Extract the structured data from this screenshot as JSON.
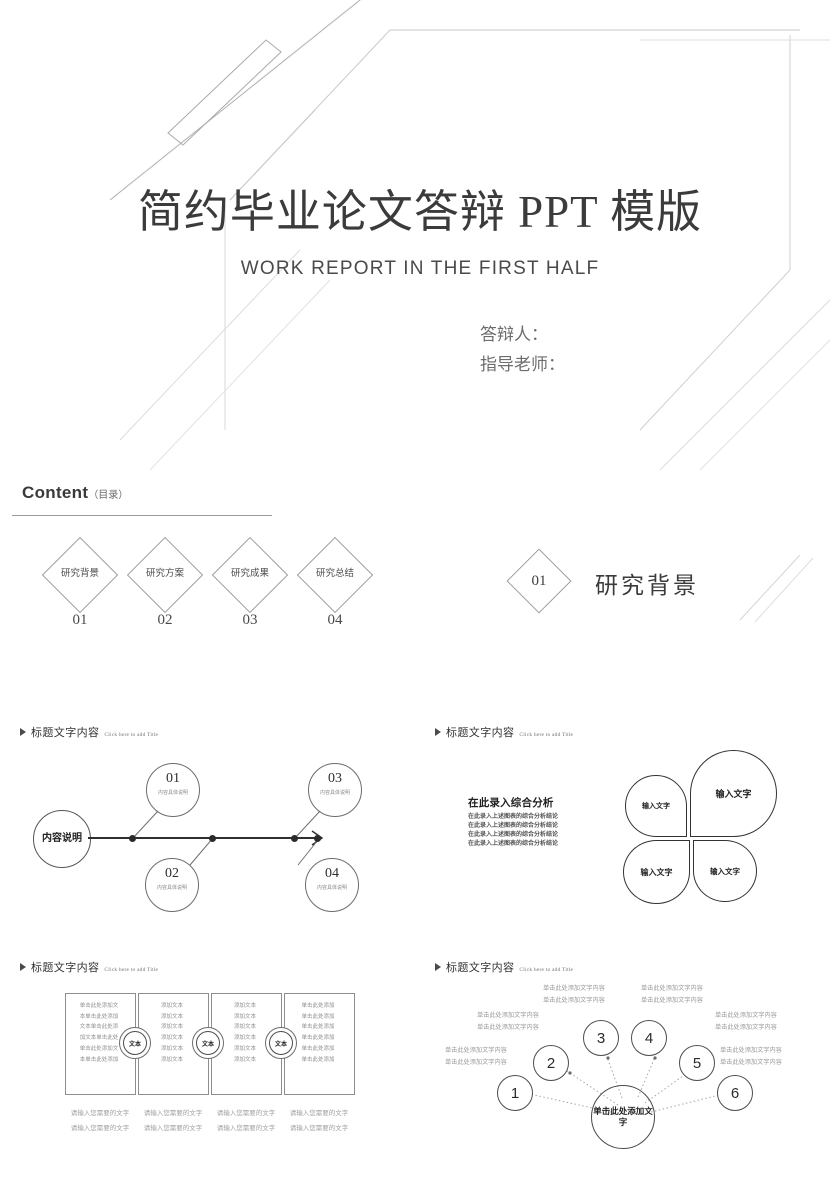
{
  "title_slide": {
    "main_title": "简约毕业论文答辩 PPT 模版",
    "subtitle": "WORK REPORT  IN THE FIRST HALF",
    "presenter_label": "答辩人：",
    "advisor_label": "指导老师："
  },
  "content_slide": {
    "heading_en": "Content",
    "heading_cn": "（目录）",
    "items": [
      {
        "label": "研究背景",
        "num": "01"
      },
      {
        "label": "研究方案",
        "num": "02"
      },
      {
        "label": "研究成果",
        "num": "03"
      },
      {
        "label": "研究总结",
        "num": "04"
      }
    ]
  },
  "section_slide": {
    "number": "01",
    "title": "研究背景"
  },
  "slide_header": {
    "cn": "标题文字内容",
    "en": "Click here to add Title"
  },
  "fishbone_slide": {
    "start_label": "内容说明",
    "bubbles": [
      {
        "num": "01",
        "desc": "内容具体说明"
      },
      {
        "num": "02",
        "desc": "内容具体说明"
      },
      {
        "num": "03",
        "desc": "内容具体说明"
      },
      {
        "num": "04",
        "desc": "内容具体说明"
      }
    ]
  },
  "petal_slide": {
    "analysis_heading": "在此录入综合分析",
    "analysis_lines": [
      "在此录入上述图表的综合分析结论",
      "在此录入上述图表的综合分析结论",
      "在此录入上述图表的综合分析结论",
      "在此录入上述图表的综合分析结论"
    ],
    "petals": [
      {
        "label": "输入文字"
      },
      {
        "label": "输入文字"
      },
      {
        "label": "输入文字"
      },
      {
        "label": "输入文字"
      }
    ]
  },
  "panels_slide": {
    "circle_label": "文本",
    "columns": [
      {
        "lines": [
          "单击此处添加文",
          "本单击此处添加",
          "文本单击此处添",
          "加文本单击此处",
          "单击此处添加文",
          "本单击此处添加"
        ]
      },
      {
        "lines": [
          "添加文本",
          "添加文本",
          "添加文本",
          "添加文本",
          "添加文本",
          "添加文本"
        ]
      },
      {
        "lines": [
          "添加文本",
          "添加文本",
          "添加文本",
          "添加文本",
          "添加文本",
          "添加文本"
        ]
      },
      {
        "lines": [
          "单击此处添加",
          "单击此处添加",
          "单击此处添加",
          "单击此处添加",
          "单击此处添加",
          "单击此处添加"
        ]
      }
    ],
    "captions": [
      {
        "l1": "请输入您需要的文字",
        "l2": "请输入您需要的文字"
      },
      {
        "l1": "请输入您需要的文字",
        "l2": "请输入您需要的文字"
      },
      {
        "l1": "请输入您需要的文字",
        "l2": "请输入您需要的文字"
      },
      {
        "l1": "请输入您需要的文字",
        "l2": "请输入您需要的文字"
      }
    ]
  },
  "radial_slide": {
    "hub_label": "单击此处添加文字",
    "nodes": [
      {
        "num": "1",
        "l1": "单击此处添加文字内容",
        "l2": "单击此处添加文字内容"
      },
      {
        "num": "2",
        "l1": "单击此处添加文字内容",
        "l2": "单击此处添加文字内容"
      },
      {
        "num": "3",
        "l1": "单击此处添加文字内容",
        "l2": "单击此处添加文字内容"
      },
      {
        "num": "4",
        "l1": "单击此处添加文字内容",
        "l2": "单击此处添加文字内容"
      },
      {
        "num": "5",
        "l1": "单击此处添加文字内容",
        "l2": "单击此处添加文字内容"
      },
      {
        "num": "6",
        "l1": "单击此处添加文字内容",
        "l2": "单击此处添加文字内容"
      }
    ]
  },
  "colors": {
    "ink": "#3a3a3a",
    "line": "#9d9d9d",
    "muted": "#9a9a9a",
    "background": "#ffffff"
  }
}
